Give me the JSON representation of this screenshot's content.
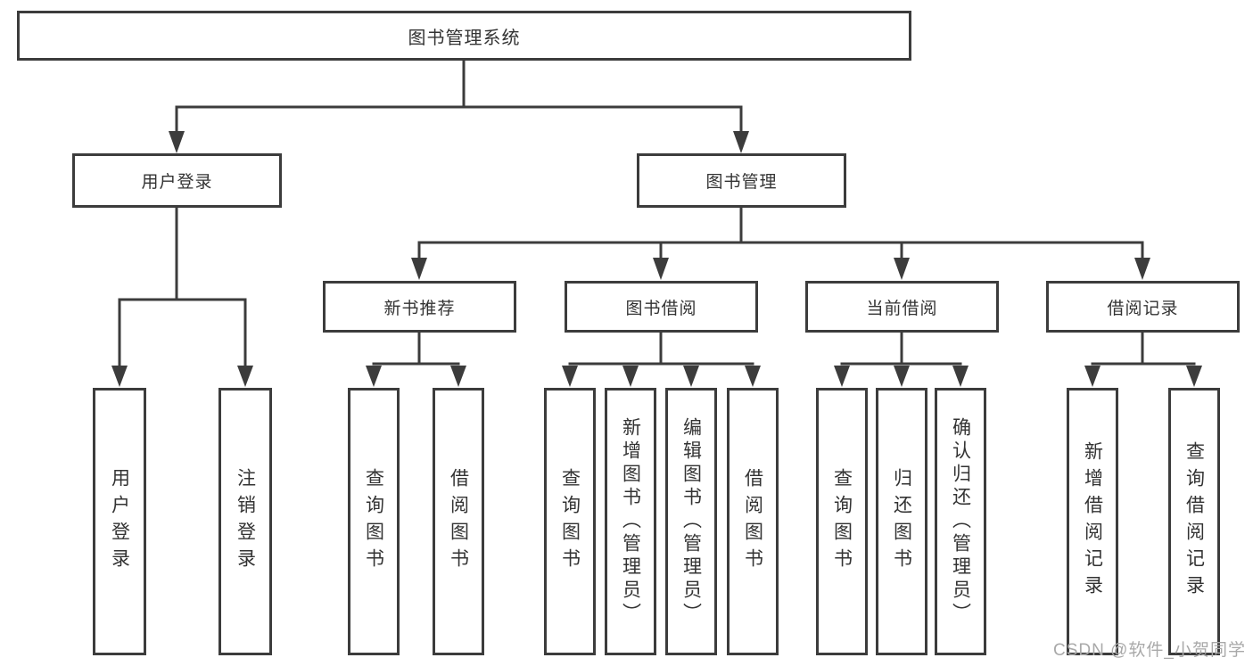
{
  "diagram": {
    "title": "图书管理系统",
    "nodes": {
      "root": "图书管理系统",
      "user_login": "用户登录",
      "book_mgmt": "图书管理",
      "new_book": "新书推荐",
      "book_borrow": "图书借阅",
      "current_borrow": "当前借阅",
      "borrow_records": "借阅记录"
    },
    "leaves": {
      "user_login": [
        "用户登录",
        "注销登录"
      ],
      "new_book": [
        "查询图书",
        "借阅图书"
      ],
      "book_borrow": [
        "查询图书",
        "新增图书（管理员）",
        "编辑图书（管理员）",
        "借阅图书"
      ],
      "current_borrow": [
        "查询图书",
        "归还图书",
        "确认归还（管理员）"
      ],
      "borrow_records": [
        "新增借阅记录",
        "查询借阅记录"
      ]
    },
    "watermark": "CSDN @软件_小贺同学",
    "colors": {
      "line": "#3c3c3c",
      "text": "#333333",
      "watermark": "#a9a9a9",
      "background": "#ffffff"
    }
  }
}
